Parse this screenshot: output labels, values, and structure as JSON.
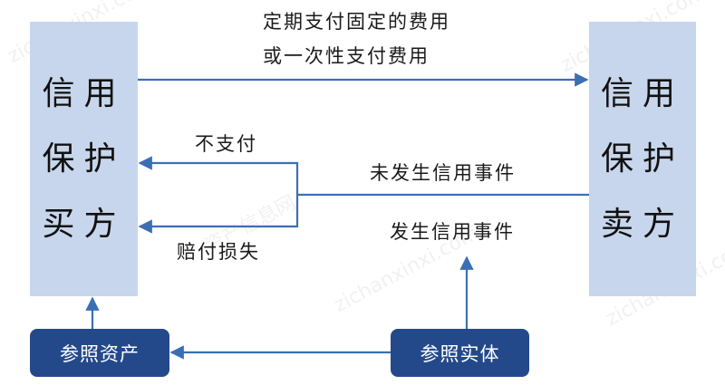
{
  "buyer_box": {
    "line1": "信用",
    "line2": "保护",
    "line3": "买方"
  },
  "seller_box": {
    "line1": "信用",
    "line2": "保护",
    "line3": "卖方"
  },
  "ref_asset": "参照资产",
  "ref_entity": "参照实体",
  "fee_label": {
    "line1": "定期支付固定的费用",
    "line2": "或一次性支付费用"
  },
  "no_pay_label": "不支付",
  "compensate_label": "赔付损失",
  "no_event_label": "未发生信用事件",
  "event_label": "发生信用事件",
  "watermark": {
    "cn": "资产信息网",
    "en": "zichanxinxi.com"
  },
  "colors": {
    "light_box": "#c7d6ec",
    "dark_box": "#24498b",
    "arrow": "#3b6fb4"
  }
}
